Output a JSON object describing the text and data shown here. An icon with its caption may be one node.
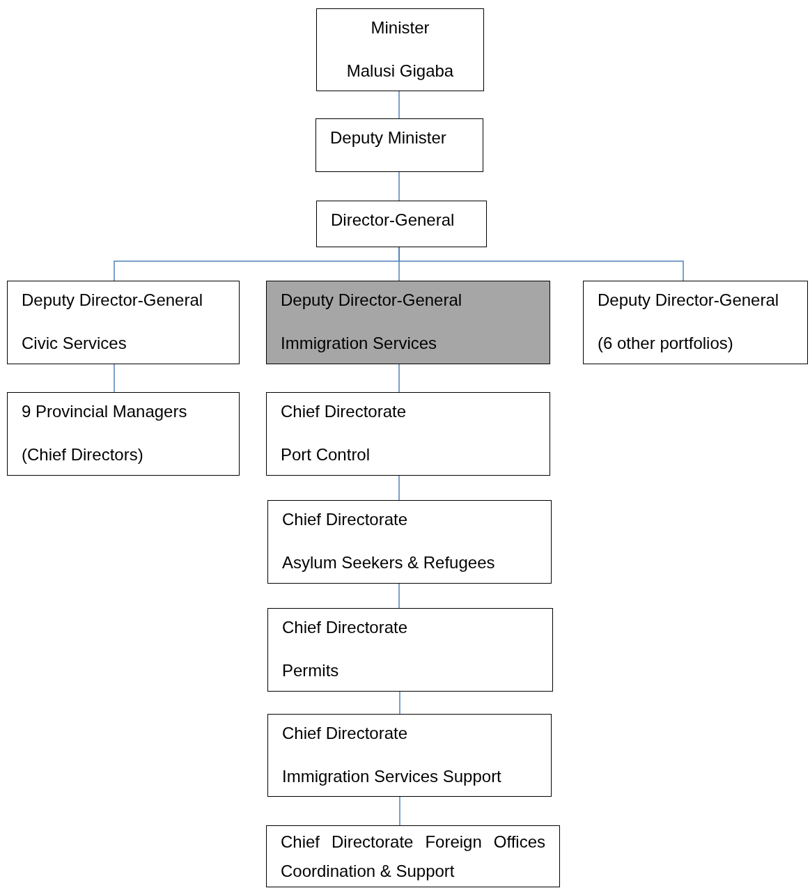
{
  "diagram": {
    "nodes": [
      {
        "text": [
          "Minister",
          "Malusi Gigaba"
        ]
      },
      {
        "text": [
          "Deputy Minister"
        ]
      },
      {
        "text": [
          "Director-General"
        ]
      },
      {
        "text": [
          "Deputy Director-General",
          "Civic Services"
        ]
      },
      {
        "text": [
          "Deputy Director-General",
          "Immigration Services"
        ]
      },
      {
        "text": [
          "Deputy Director-General",
          "(6 other portfolios)"
        ]
      },
      {
        "text": [
          "9 Provincial Managers",
          "(Chief Directors)"
        ]
      },
      {
        "text": [
          "Chief Directorate",
          "Port Control"
        ]
      },
      {
        "text": [
          "Chief Directorate",
          "Asylum Seekers & Refugees"
        ]
      },
      {
        "text": [
          "Chief Directorate",
          "Permits"
        ]
      },
      {
        "text": [
          "Chief Directorate",
          "Immigration Services Support"
        ]
      },
      {
        "text": [
          "Chief Directorate Foreign Offices Coordination & Support"
        ]
      }
    ],
    "edges": [
      {
        "from": 0,
        "to": 1,
        "arrow": "none"
      },
      {
        "from": 1,
        "to": 2,
        "arrow": "none"
      },
      {
        "from": 2,
        "to": 3,
        "arrow": "none"
      },
      {
        "from": 2,
        "to": 4,
        "arrow": "none"
      },
      {
        "from": 2,
        "to": 5,
        "arrow": "none"
      },
      {
        "from": 3,
        "to": 6,
        "arrow": "none"
      },
      {
        "from": 4,
        "to": 7,
        "arrow": "none"
      },
      {
        "from": 7,
        "to": 8,
        "arrow": "none"
      },
      {
        "from": 8,
        "to": 9,
        "arrow": "none"
      },
      {
        "from": 9,
        "to": 10,
        "arrow": "none"
      },
      {
        "from": 10,
        "to": 11,
        "arrow": "none"
      }
    ]
  }
}
